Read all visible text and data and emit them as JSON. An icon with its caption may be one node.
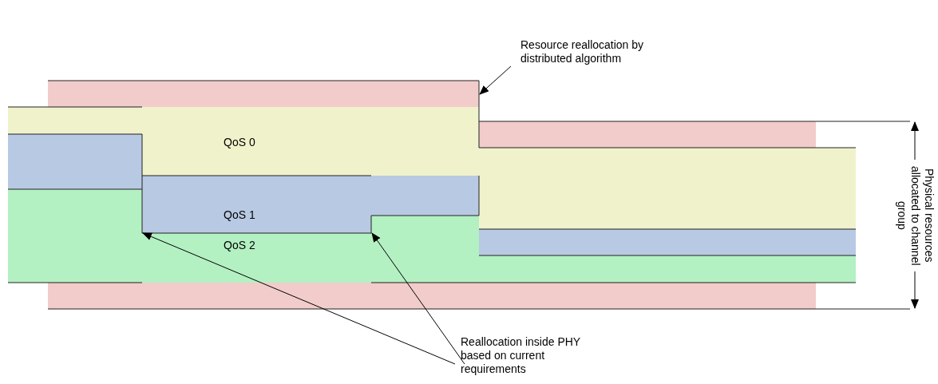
{
  "diagram": {
    "nodes": [
      {
        "text": [
          "Resource reallocation by distributed algorithm"
        ]
      },
      {
        "text": [
          "Reallocation inside PHY based on current requirements"
        ]
      }
    ],
    "edges": [
      {
        "from": 0,
        "to": null,
        "arrow": "to"
      },
      {
        "from": 1,
        "to": null,
        "arrow": "to"
      },
      {
        "from": 1,
        "to": null,
        "arrow": "to"
      }
    ],
    "labels": [
      "QoS 0",
      "QoS 1",
      "QoS 2",
      "Physical resources allocated to channel group"
    ]
  }
}
